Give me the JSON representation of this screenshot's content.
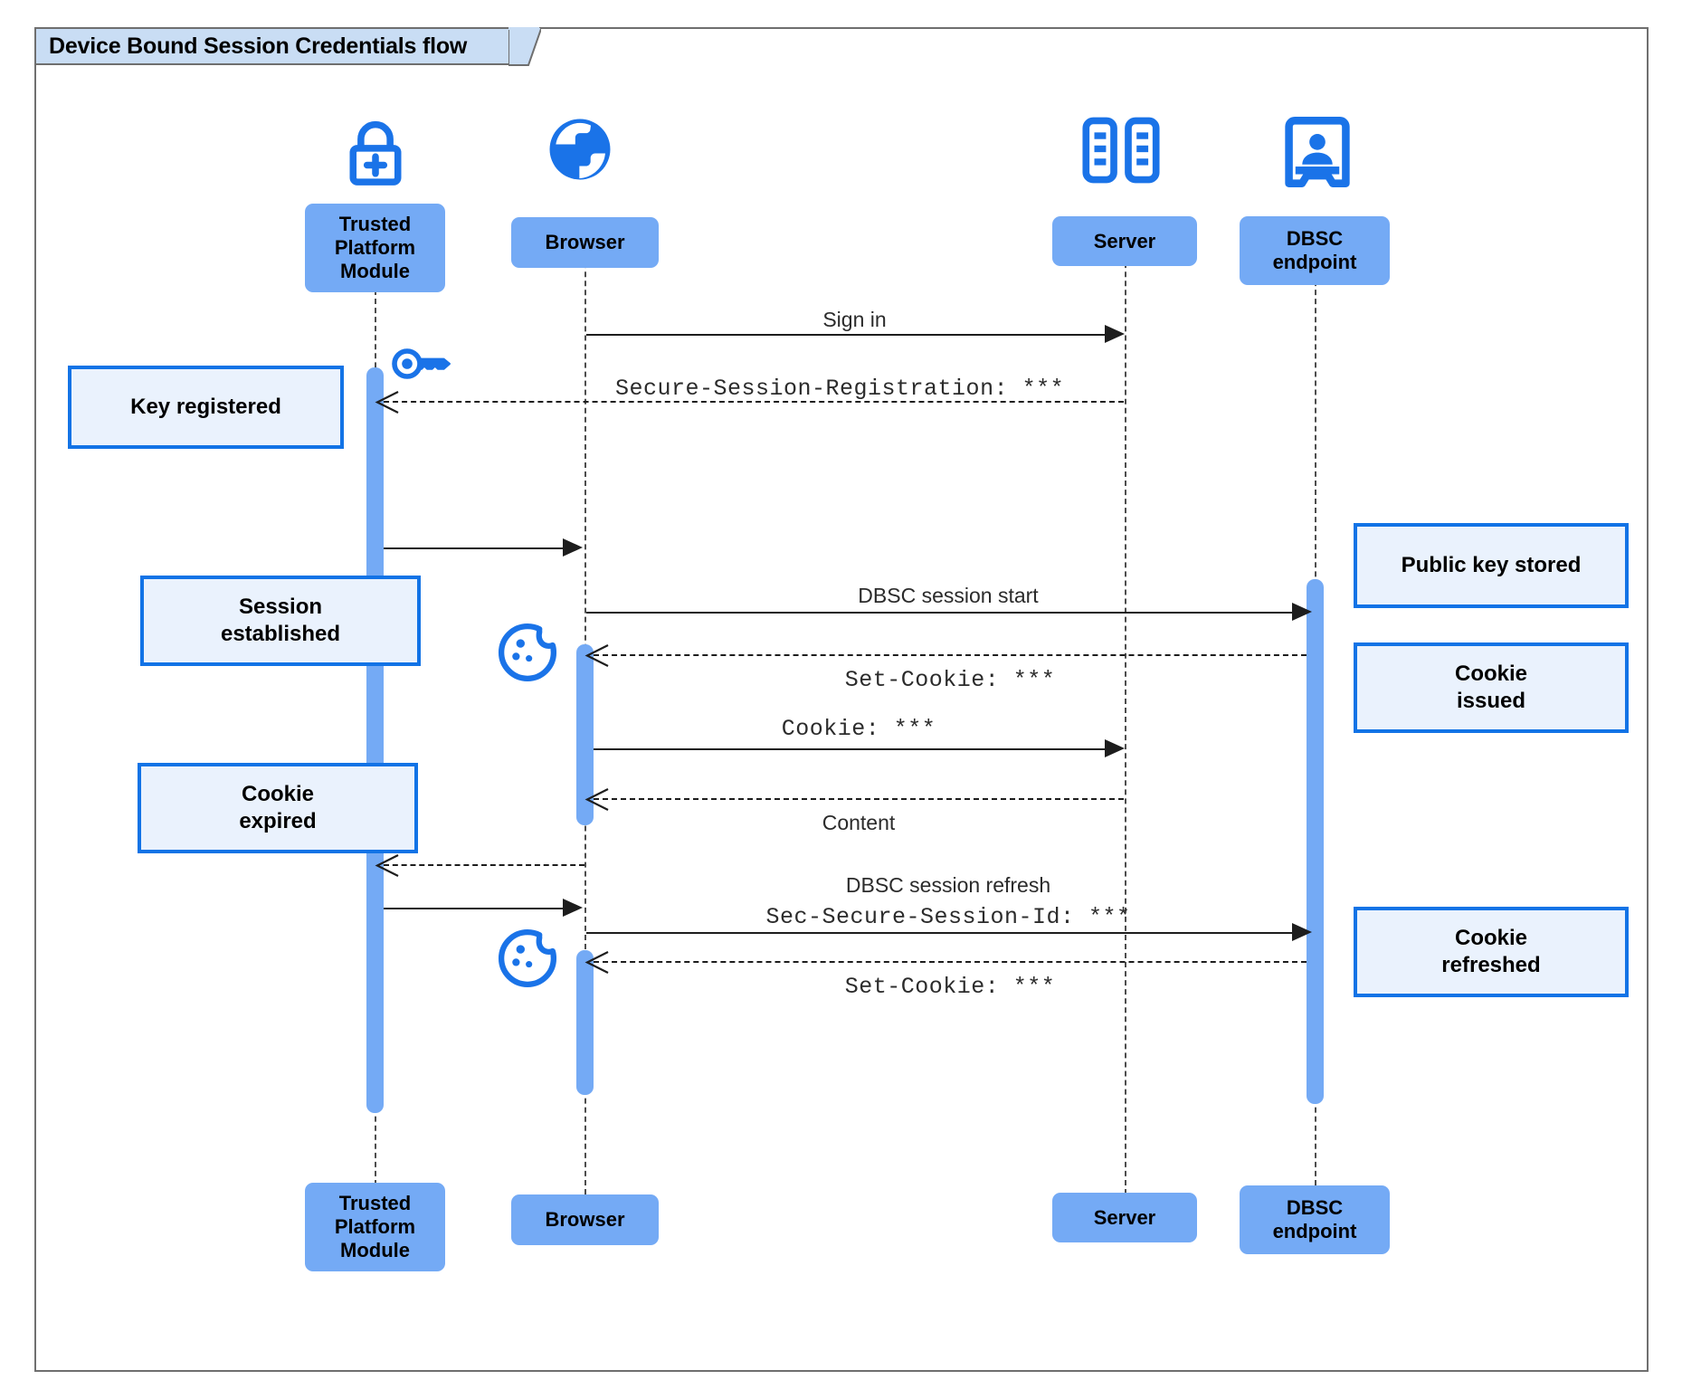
{
  "diagram": {
    "type": "uml-sequence-diagram",
    "frame_title": "Device Bound Session Credentials flow",
    "colors": {
      "participant_fill": "#74aaf5",
      "note_fill": "#eaf2fd",
      "note_border": "#1273e6",
      "icon_blue": "#1a73e8",
      "frame_border": "#6f6f6f",
      "frame_tab_fill": "#c9ddf4",
      "line": "#1d1d1d"
    }
  },
  "participants": [
    {
      "id": "tpm",
      "label": "Trusted\nPlatform\nModule",
      "label_top": "Trusted Platform Module",
      "icon": "lock-plus-icon"
    },
    {
      "id": "browser",
      "label": "Browser",
      "label_top": "Browser",
      "icon": "globe-icon"
    },
    {
      "id": "server",
      "label": "Server",
      "label_top": "Server",
      "icon": "server-rack-icon"
    },
    {
      "id": "dbsc",
      "label": "DBSC\nendpoint",
      "label_top": "DBSC endpoint",
      "icon": "id-badge-icon"
    }
  ],
  "participant_labels": {
    "tpm_line1": "Trusted",
    "tpm_line2": "Platform",
    "tpm_line3": "Module",
    "browser": "Browser",
    "server": "Server",
    "dbsc_line1": "DBSC",
    "dbsc_line2": "endpoint"
  },
  "messages": [
    {
      "id": "m1",
      "from": "browser",
      "to": "server",
      "style": "solid",
      "label": "Sign in",
      "label_font": "sans"
    },
    {
      "id": "m2",
      "from": "server",
      "to": "tpm",
      "style": "dashed",
      "label": "Secure-Session-Registration: ***",
      "label_font": "mono"
    },
    {
      "id": "m3",
      "from": "tpm",
      "to": "browser",
      "style": "solid",
      "label": "",
      "label_font": "sans"
    },
    {
      "id": "m4",
      "from": "browser",
      "to": "dbsc",
      "style": "solid",
      "label": "DBSC session start",
      "label_font": "sans"
    },
    {
      "id": "m5",
      "from": "dbsc",
      "to": "browser",
      "style": "dashed",
      "label": "Set-Cookie: ***",
      "label_font": "mono"
    },
    {
      "id": "m6",
      "from": "browser",
      "to": "server",
      "style": "solid",
      "label": "Cookie: ***",
      "label_font": "mono"
    },
    {
      "id": "m7",
      "from": "server",
      "to": "browser",
      "style": "dashed",
      "label": "Content",
      "label_font": "sans"
    },
    {
      "id": "m8",
      "from": "browser",
      "to": "tpm",
      "style": "dashed",
      "label": "",
      "label_font": "sans"
    },
    {
      "id": "m9",
      "from": "tpm",
      "to": "browser",
      "style": "solid",
      "label": "",
      "label_font": "sans"
    },
    {
      "id": "m10",
      "from": "browser",
      "to": "dbsc",
      "style": "solid",
      "label_line1": "DBSC session refresh",
      "label_line2": "Sec-Secure-Session-Id: ***"
    },
    {
      "id": "m11",
      "from": "dbsc",
      "to": "browser",
      "style": "dashed",
      "label": "Set-Cookie: ***",
      "label_font": "mono"
    }
  ],
  "message_labels": {
    "sign_in": "Sign in",
    "secure_session_registration": "Secure-Session-Registration: ***",
    "dbsc_session_start": "DBSC session start",
    "set_cookie_1": "Set-Cookie: ***",
    "cookie": "Cookie: ***",
    "content": "Content",
    "dbsc_session_refresh": "DBSC session refresh",
    "sec_secure_session_id": "Sec-Secure-Session-Id: ***",
    "set_cookie_2": "Set-Cookie: ***"
  },
  "notes": [
    {
      "id": "n1",
      "side": "left",
      "text": "Key registered",
      "line1": "Key registered",
      "line2": ""
    },
    {
      "id": "n2",
      "side": "left",
      "text": "Session established",
      "line1": "Session",
      "line2": "established"
    },
    {
      "id": "n3",
      "side": "left",
      "text": "Cookie expired",
      "line1": "Cookie",
      "line2": "expired"
    },
    {
      "id": "n4",
      "side": "right",
      "text": "Public key stored",
      "line1": "Public key stored",
      "line2": ""
    },
    {
      "id": "n5",
      "side": "right",
      "text": "Cookie issued",
      "line1": "Cookie",
      "line2": "issued"
    },
    {
      "id": "n6",
      "side": "right",
      "text": "Cookie refreshed",
      "line1": "Cookie",
      "line2": "refreshed"
    }
  ],
  "inline_icons": [
    {
      "id": "key1",
      "name": "key-icon",
      "near": "tpm-activation-start"
    },
    {
      "id": "cookie1",
      "name": "cookie-icon",
      "near": "browser-activation-1"
    },
    {
      "id": "cookie2",
      "name": "cookie-icon",
      "near": "browser-activation-3"
    }
  ]
}
